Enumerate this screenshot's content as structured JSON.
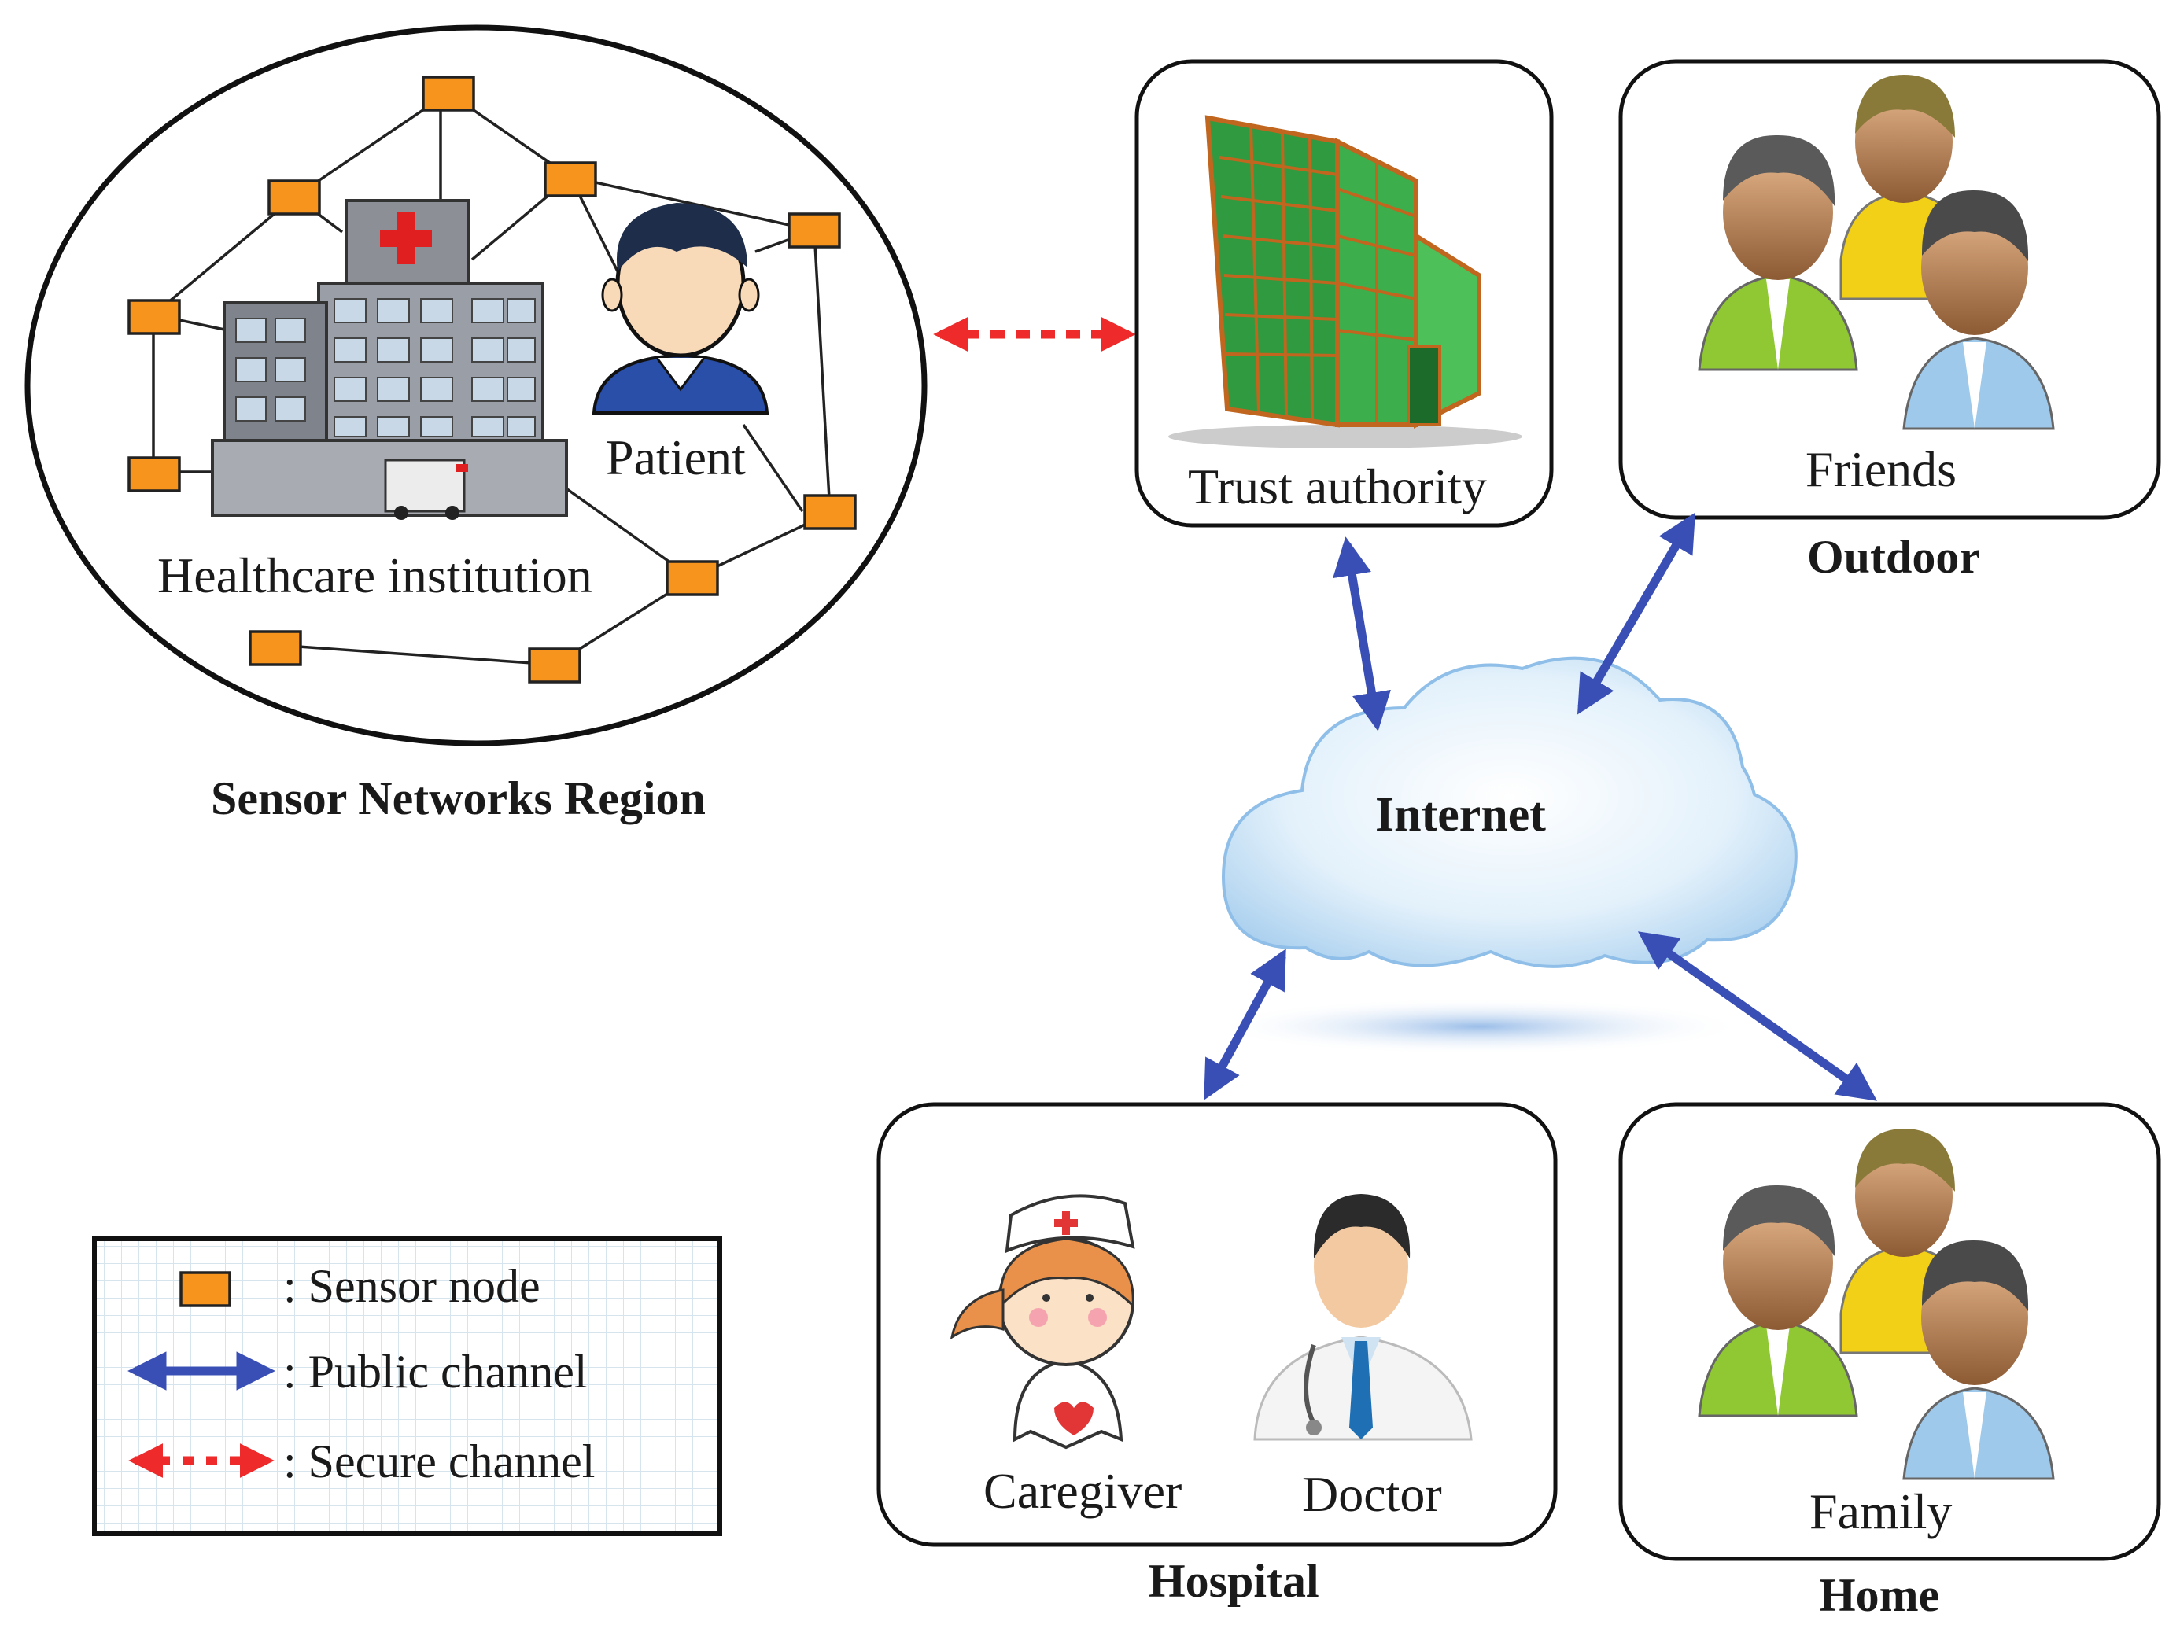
{
  "labels": {
    "patient": "Patient",
    "healthcare_institution": "Healthcare institution",
    "sensor_region": "Sensor Networks Region",
    "trust_authority": "Trust authority",
    "friends": "Friends",
    "outdoor": "Outdoor",
    "internet": "Internet",
    "caregiver": "Caregiver",
    "doctor": "Doctor",
    "hospital": "Hospital",
    "family": "Family",
    "home": "Home"
  },
  "legend": {
    "sensor_node": ": Sensor node",
    "public_channel": ": Public channel",
    "secure_channel": ": Secure channel"
  },
  "colors": {
    "sensor_node": "#f7941d",
    "public_channel": "#3a4fb5",
    "secure_channel": "#ee2a2a",
    "cloud": "#cfe6f7"
  },
  "icons": [
    "hospital-building-icon",
    "patient-icon",
    "office-building-icon",
    "people-group-icon",
    "cloud-icon",
    "nurse-icon",
    "doctor-icon"
  ]
}
